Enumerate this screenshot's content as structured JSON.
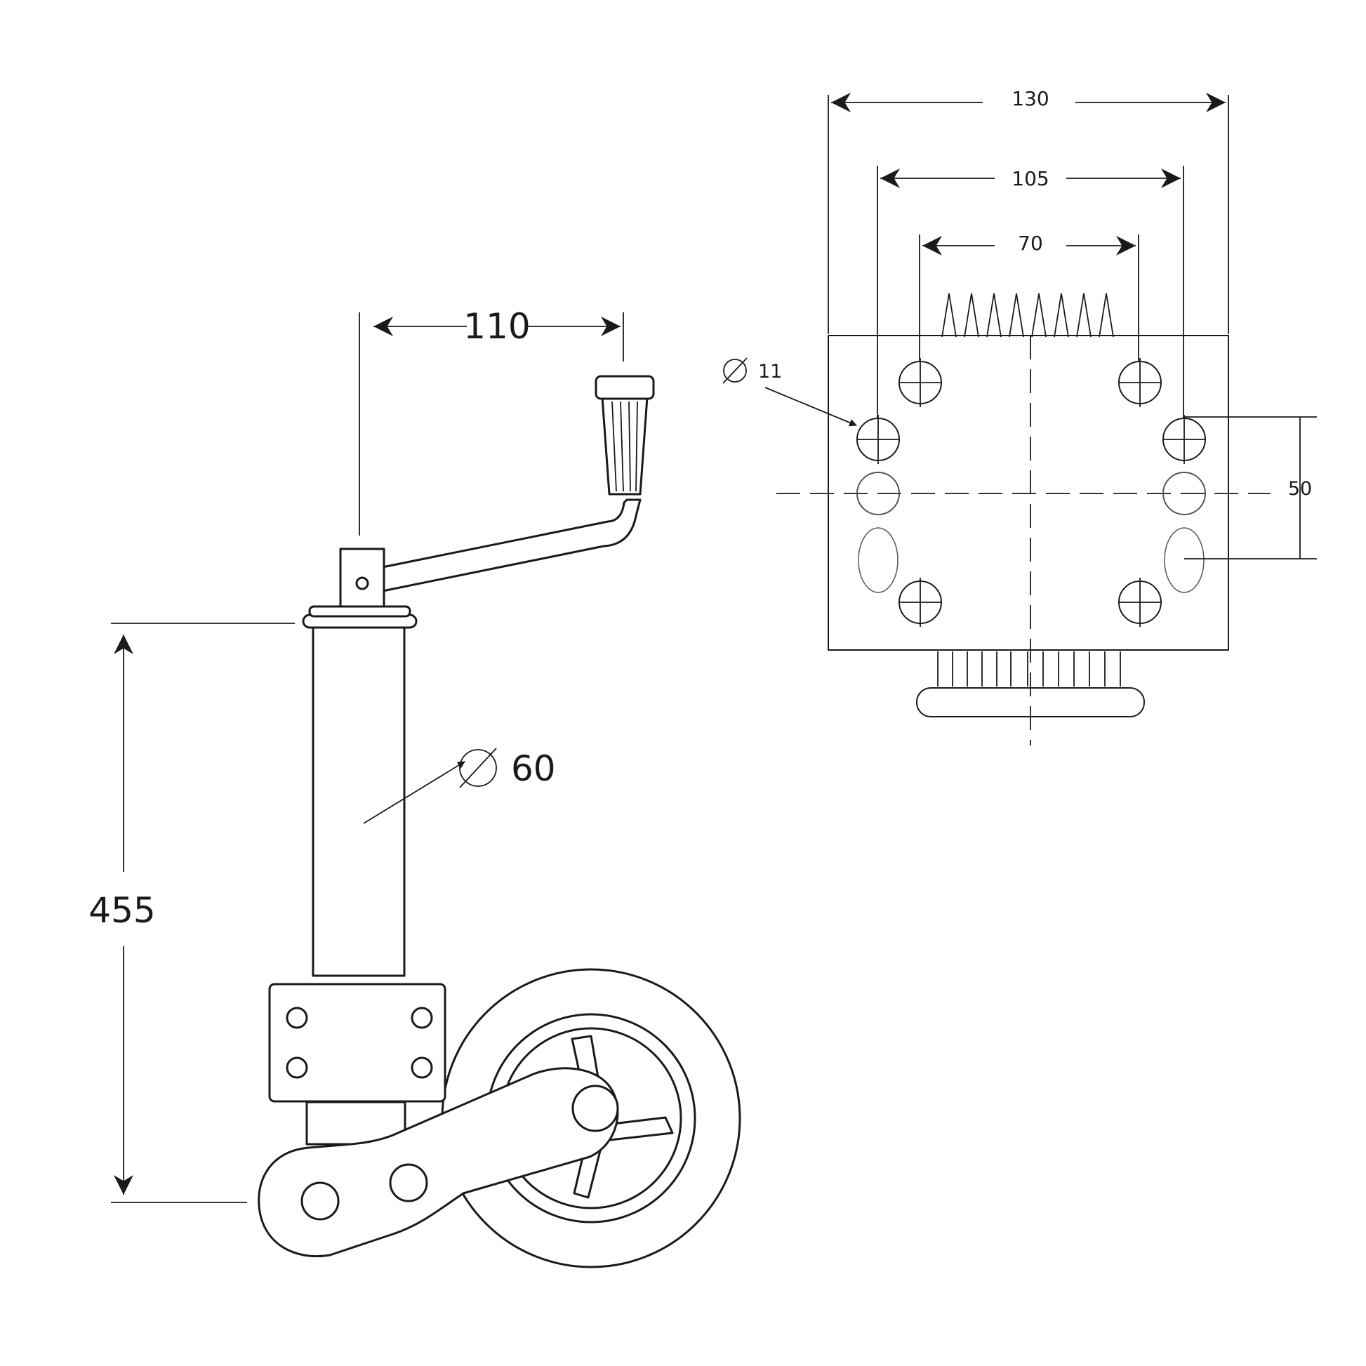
{
  "side_view": {
    "handle_reach": "110",
    "tube_diameter": "60",
    "height": "455",
    "diameter_symbol": "∅"
  },
  "top_view": {
    "width_outer": "130",
    "width_bolt": "105",
    "width_clamp": "70",
    "hole_diameter": "11",
    "hole_spacing": "50",
    "diameter_symbol": "∅"
  }
}
